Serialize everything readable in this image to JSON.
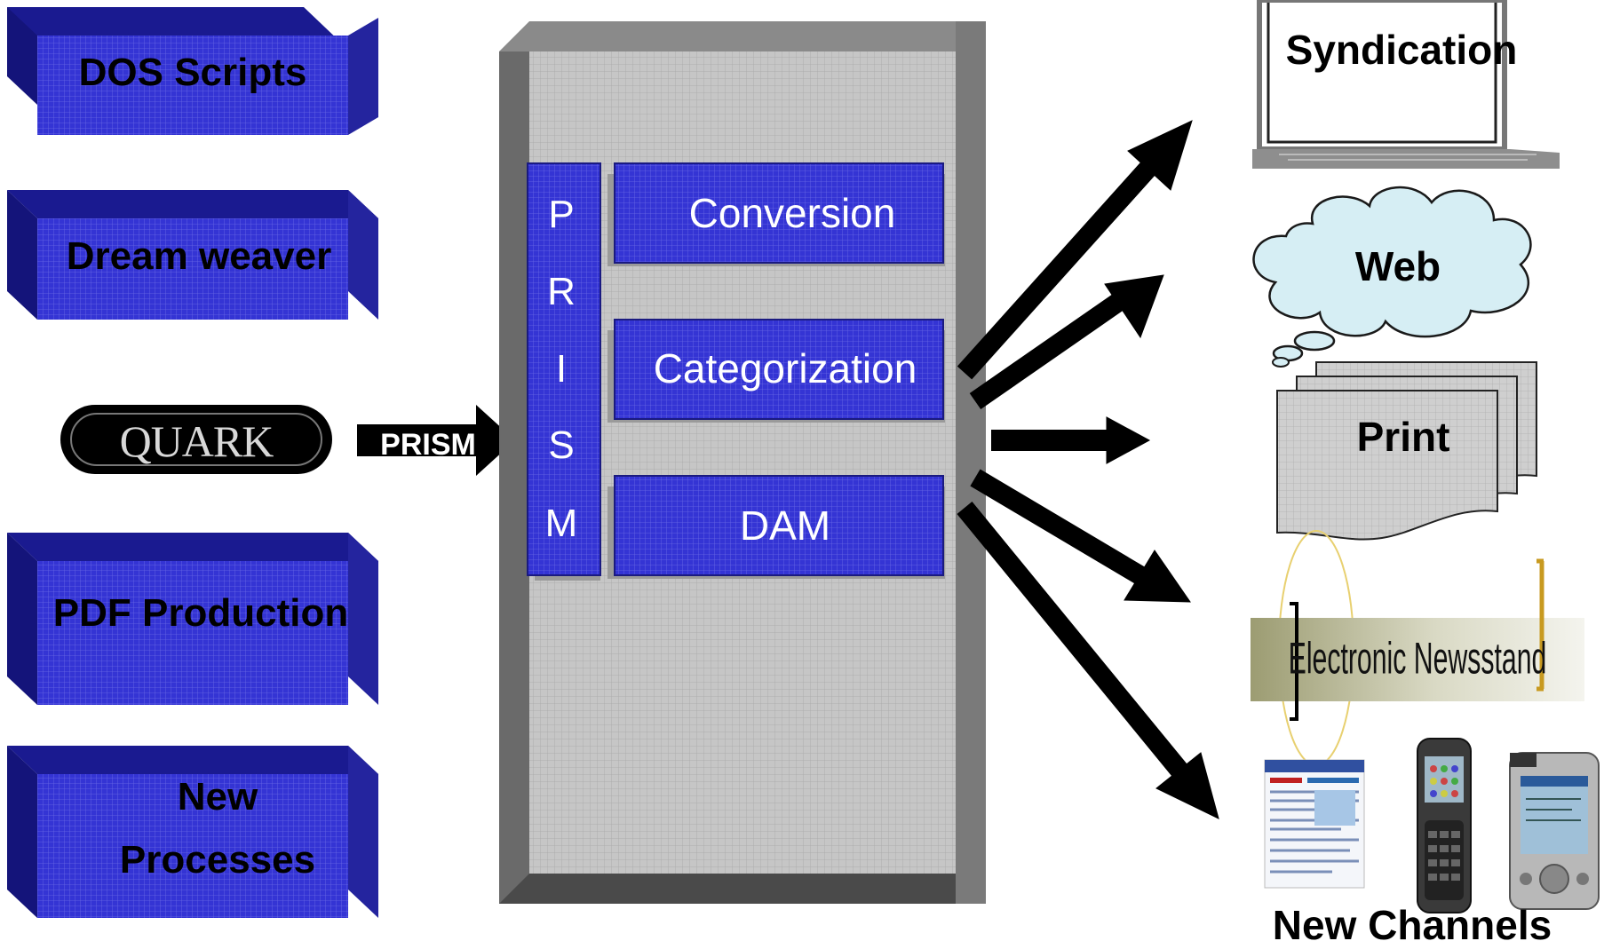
{
  "inputs": {
    "dos_scripts": "DOS Scripts",
    "dream_weaver": "Dream weaver",
    "quark_logo": "QUARK",
    "pdf_production": "PDF Production",
    "new_processes_line1": "New",
    "new_processes_line2": "Processes"
  },
  "prism_arrow_label": "PRISM",
  "engine": {
    "vertical_letters": [
      "P",
      "R",
      "I",
      "S",
      "M"
    ],
    "modules": [
      "Conversion",
      "Categorization",
      "DAM"
    ]
  },
  "outputs": {
    "syndication": "Syndication",
    "web": "Web",
    "print": "Print",
    "electronic_newsstand": "Electronic Newsstand",
    "new_channels": "New Channels"
  },
  "colors": {
    "input_box_front": "#3a3ad8",
    "input_box_top": "#1d1d9a",
    "engine_gray": "#c4c4c4",
    "engine_frame": "#6a6a6a",
    "module_blue": "#3c3cd0",
    "cloud": "#d6eef4",
    "arrow": "#000000"
  }
}
